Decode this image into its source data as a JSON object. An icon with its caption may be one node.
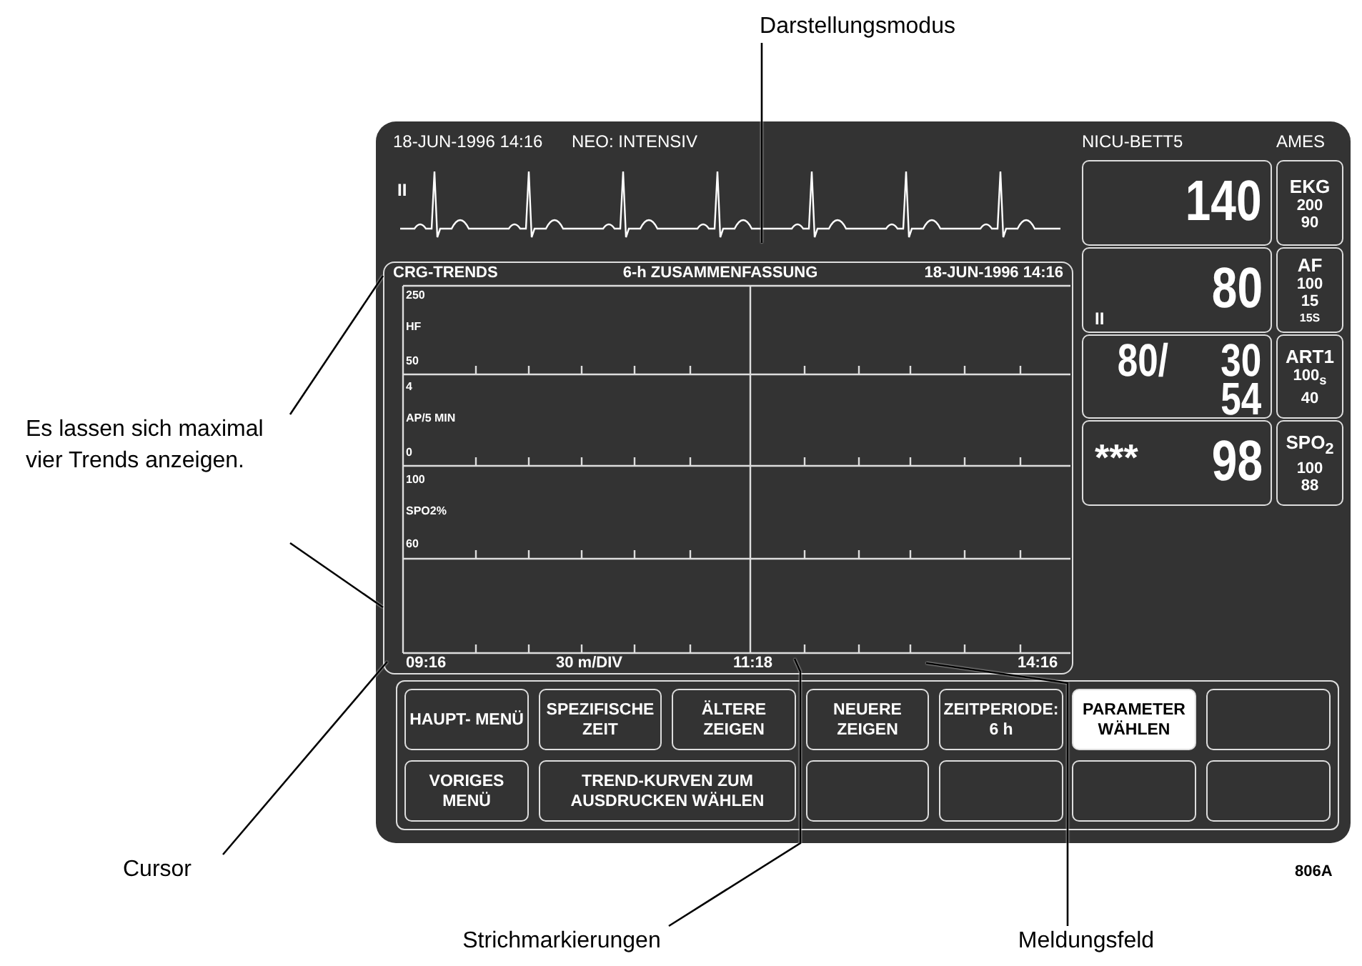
{
  "diagram": {
    "nodes": [
      {
        "text": [
          "Darstellungsmodus"
        ]
      },
      {
        "text": [
          "II"
        ]
      },
      {
        "text": [
          "140"
        ]
      },
      {
        "text": [
          "EKG",
          "200",
          "90"
        ]
      },
      {
        "text": [
          "80",
          "II"
        ]
      },
      {
        "text": [
          "AF",
          "100",
          "15",
          "15S"
        ]
      },
      {
        "text": [
          "80/",
          "30",
          "54"
        ]
      },
      {
        "text": [
          "ART1",
          "100$_{s}$",
          "40"
        ]
      },
      {
        "text": [
          "***",
          "98"
        ]
      },
      {
        "text": [
          "SPO$_{2}$",
          "100",
          "88"
        ]
      },
      {
        "text": [
          "CRG-TRENDS",
          "6-h ZUSAMMENFASSUNG",
          "18-JUN-1996 14:16"
        ]
      },
      {
        "text": [
          "Es lassen sich maximal vier Trends anzeigen."
        ]
      },
      {
        "text": [
          "Cursor"
        ]
      },
      {
        "text": [
          "HAUPT- MENÜ"
        ]
      },
      {
        "text": [
          "SPEZIFISCHE ZEIT"
        ]
      },
      {
        "text": [
          "ÄLTERE ZEIGEN"
        ]
      },
      {
        "text": [
          "NEUERE ZEIGEN"
        ]
      },
      {
        "text": [
          "ZEITPERIODE: 6 h"
        ]
      },
      {
        "text": [
          "PARAMETER WÄHLEN"
        ]
      },
      {
        "text": [],
        "shape": "box"
      },
      {
        "text": [
          "VORIGES MENÜ"
        ]
      },
      {
        "text": [
          "TREND-KURVEN ZUM AUSDRUCKEN WÄHLEN"
        ]
      },
      {
        "text": [],
        "shape": "box"
      },
      {
        "text": [],
        "shape": "box"
      },
      {
        "text": [],
        "shape": "box"
      },
      {
        "text": [],
        "shape": "box"
      },
      {
        "text": [
          "Strichmarkierungen"
        ]
      },
      {
        "text": [
          "Meldungsfeld"
        ]
      }
    ],
    "edges": [
      {
        "from": 0,
        "to": 1,
        "arrow": "none"
      },
      {
        "from": 11,
        "to": 10,
        "arrow": "none"
      },
      {
        "from": 11,
        "to": 10,
        "arrow": "none"
      },
      {
        "from": 12,
        "to": 10,
        "arrow": "none"
      },
      {
        "from": 26,
        "to": 10,
        "arrow": "none"
      },
      {
        "from": 27,
        "to": 10,
        "arrow": "none"
      }
    ],
    "labels": [
      "18-JUN-1996 14:16",
      "NEO: INTENSIV",
      "NICU-BETT5",
      "AMES",
      "250",
      "HF",
      "50",
      "4",
      "AP/5 MIN",
      "0",
      "100",
      "SPO2%",
      "60",
      "09:16",
      "30 m/DIV",
      "11:18",
      "14:16",
      "806A"
    ]
  }
}
